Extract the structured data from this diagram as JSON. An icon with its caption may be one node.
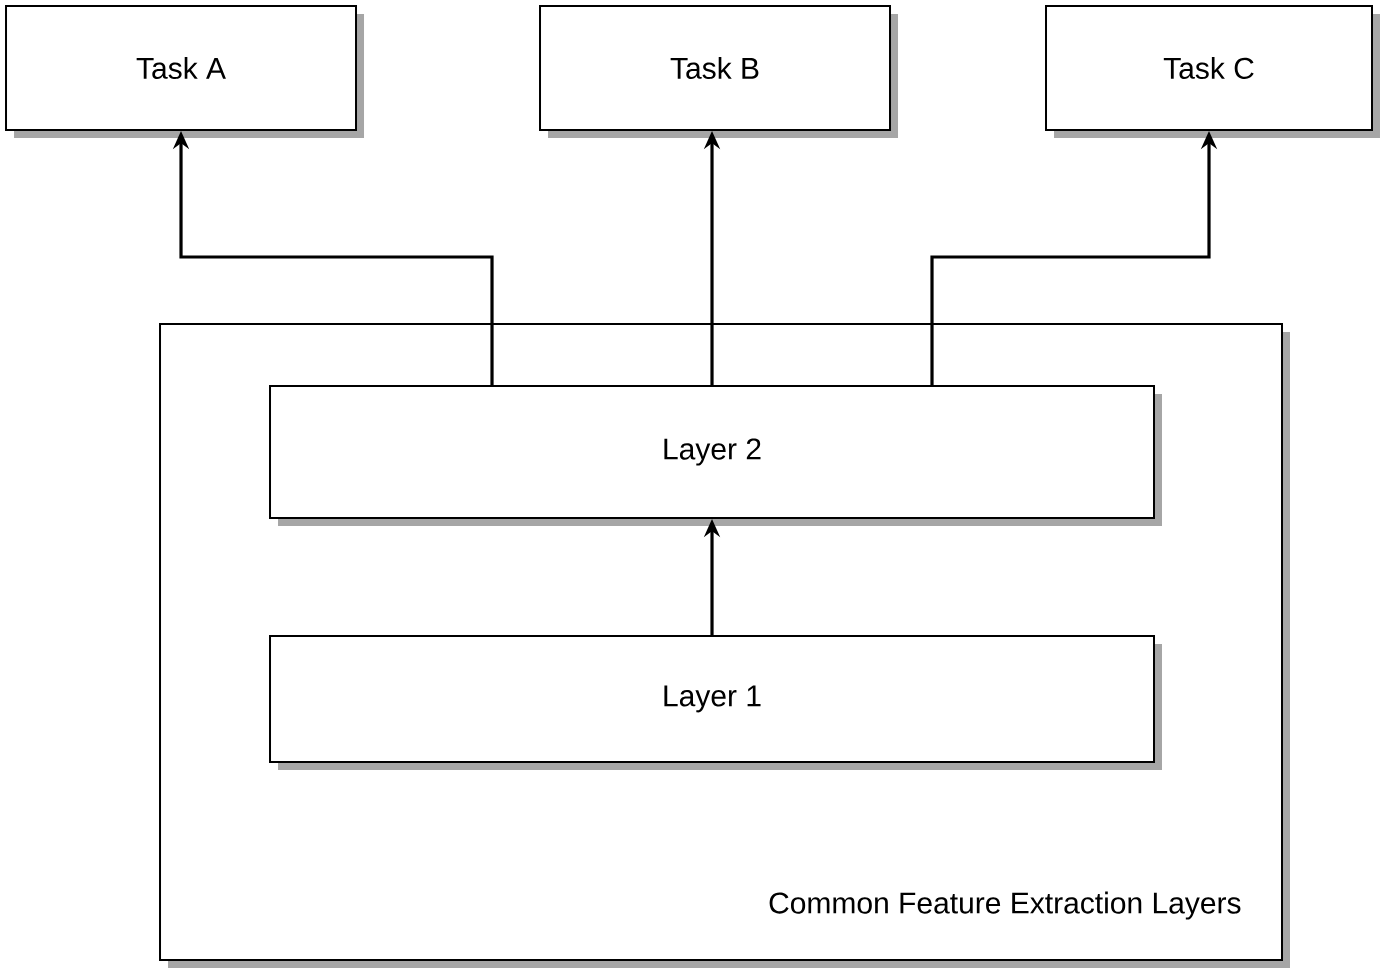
{
  "diagram": {
    "nodes": [
      {
        "text": [
          "Task A"
        ]
      },
      {
        "text": [
          "Task B"
        ]
      },
      {
        "text": [
          "Task C"
        ]
      },
      {
        "text": [
          "Common Feature Extraction Layers"
        ]
      },
      {
        "text": [
          "Layer 2"
        ],
        "in": 3
      },
      {
        "text": [
          "Layer 1"
        ],
        "in": 3
      }
    ],
    "edges": [
      {
        "from": 5,
        "to": 4,
        "arrow": "to"
      },
      {
        "from": 4,
        "to": 0,
        "arrow": "to"
      },
      {
        "from": 4,
        "to": 1,
        "arrow": "to"
      },
      {
        "from": 4,
        "to": 2,
        "arrow": "to"
      }
    ]
  }
}
